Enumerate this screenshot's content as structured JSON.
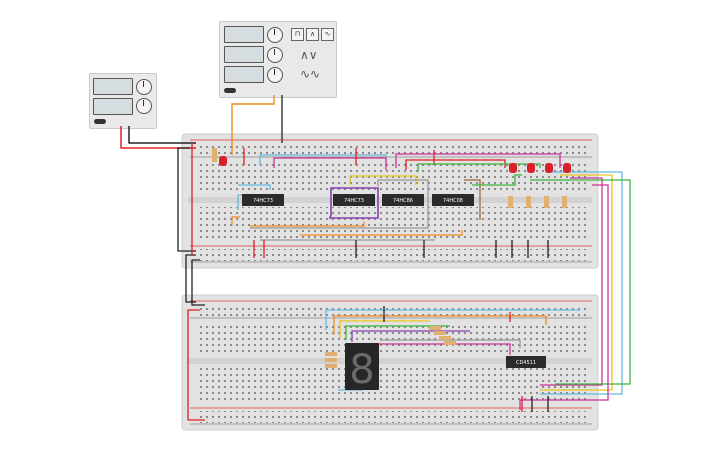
{
  "function_generator": {
    "waveforms": [
      {
        "name": "square-wave-icon",
        "glyph": "⊓"
      },
      {
        "name": "triangle-wave-icon",
        "glyph": "∧"
      },
      {
        "name": "sine-wave-icon",
        "glyph": "∿"
      }
    ]
  },
  "chips": {
    "top": [
      "74HC73",
      "74HC73",
      "74HC86",
      "74HC08"
    ],
    "bottom": [
      "CD4511"
    ]
  },
  "seven_segment": {
    "digit": "8"
  },
  "colors": {
    "board": "#e2e2e2",
    "hole": "#8a8a8a",
    "rail_red": "#e03030",
    "chip": "#2b2b2b",
    "wire_orange": "#f08c1e",
    "wire_purple": "#8a3fb0",
    "wire_green": "#3cb43c",
    "wire_blue": "#66b8e0",
    "wire_yellow": "#e8c61e",
    "wire_magenta": "#cc3399",
    "wire_red": "#e02020",
    "wire_black": "#222222",
    "wire_gray": "#999999",
    "wire_brown": "#a06a3c",
    "led_red": "#d8202a"
  }
}
